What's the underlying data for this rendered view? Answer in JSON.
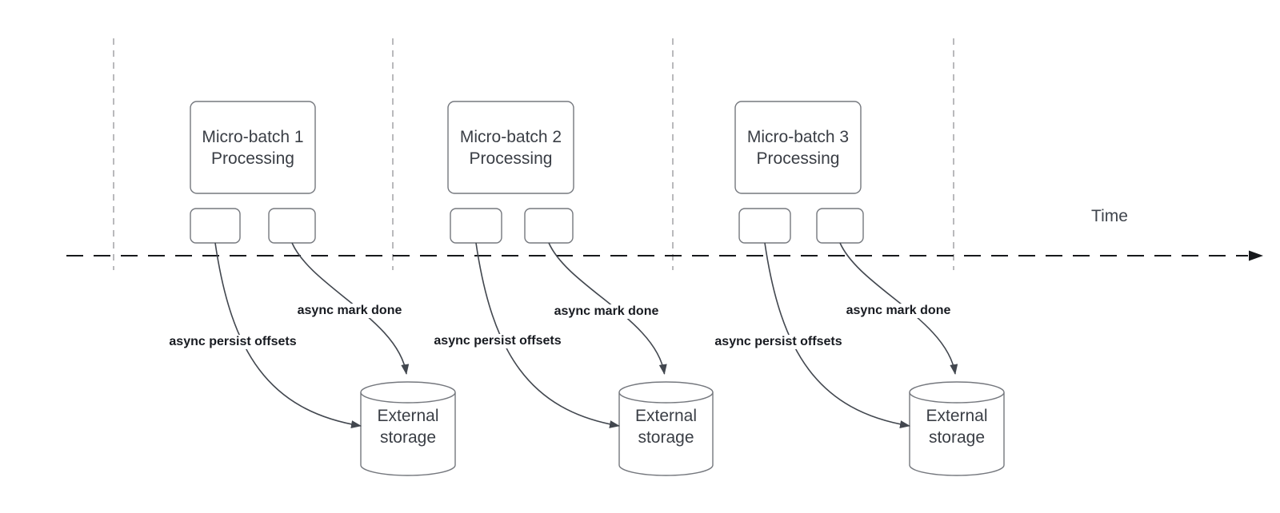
{
  "timeline": {
    "label": "Time"
  },
  "groups": [
    {
      "process_label": "Micro-batch 1\nProcessing",
      "persist_label": "async persist offsets",
      "mark_done_label": "async mark done",
      "storage_label": "External\nstorage"
    },
    {
      "process_label": "Micro-batch 2\nProcessing",
      "persist_label": "async persist offsets",
      "mark_done_label": "async mark done",
      "storage_label": "External\nstorage"
    },
    {
      "process_label": "Micro-batch 3\nProcessing",
      "persist_label": "async persist offsets",
      "mark_done_label": "async mark done",
      "storage_label": "External\nstorage"
    }
  ],
  "colors": {
    "background": "#ffffff",
    "curve": "#42474f",
    "timeline": "#17191c",
    "gridline": "#a8a8ac",
    "box_border": "#75787e",
    "node_text": "#3a3e45",
    "edge_label_text": "#181b21"
  }
}
